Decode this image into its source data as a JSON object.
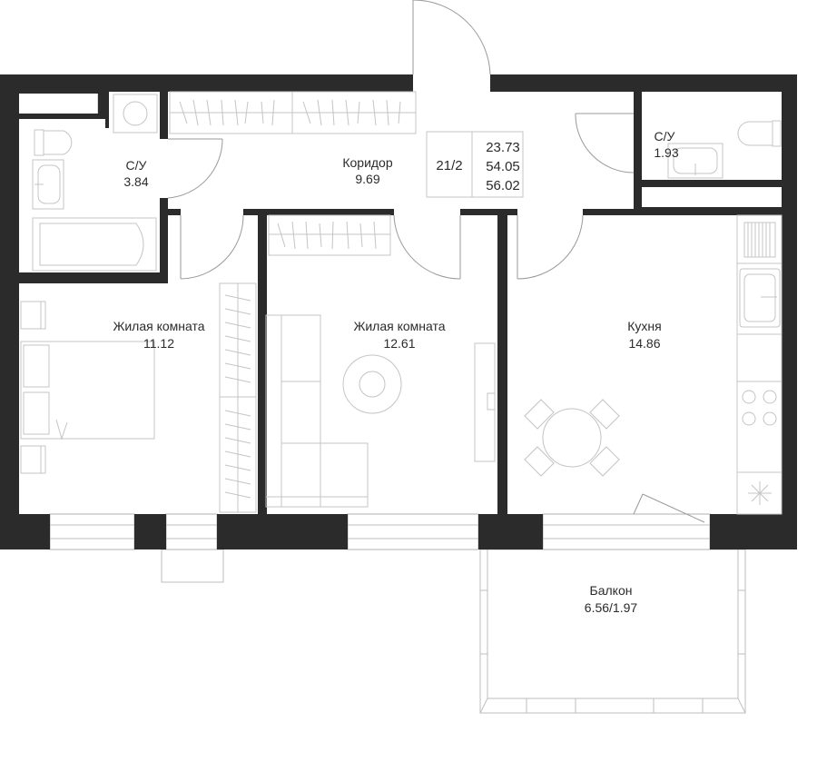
{
  "rooms": {
    "bathroom_left": {
      "name": "С/У",
      "area": "3.84"
    },
    "corridor": {
      "name": "Коридор",
      "area": "9.69"
    },
    "bathroom_right": {
      "name": "С/У",
      "area": "1.93"
    },
    "living_left": {
      "name": "Жилая комната",
      "area": "11.12"
    },
    "living_center": {
      "name": "Жилая комната",
      "area": "12.61"
    },
    "kitchen": {
      "name": "Кухня",
      "area": "14.86"
    },
    "balcony": {
      "name": "Балкон",
      "area": "6.56/1.97"
    }
  },
  "apartment": {
    "number": "21/2",
    "areas": [
      "23.73",
      "54.05",
      "56.02"
    ]
  }
}
